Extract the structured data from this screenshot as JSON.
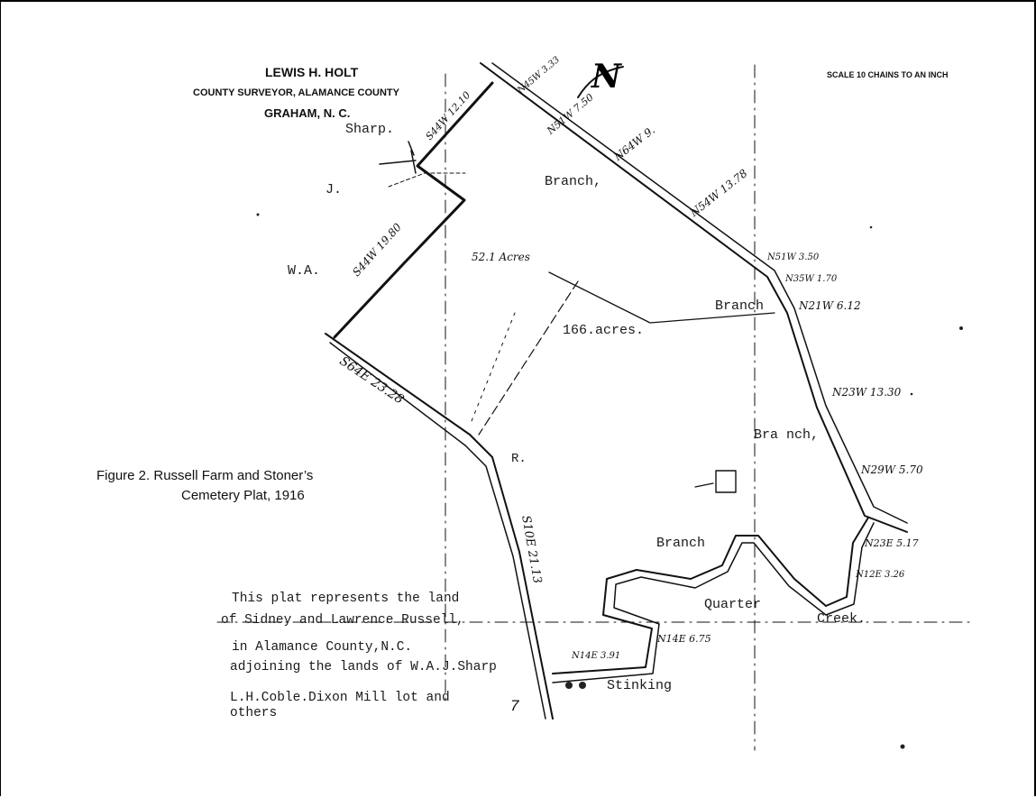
{
  "header": {
    "surveyor": "LEWIS H. HOLT",
    "title": "COUNTY SURVEYOR, ALAMANCE COUNTY",
    "city": "GRAHAM, N. C.",
    "scale": "SCALE 10 CHAINS TO AN INCH"
  },
  "caption": {
    "line1": "Figure 2.  Russell Farm and Stoner’s",
    "line2": "Cemetery Plat, 1916"
  },
  "description": {
    "line1": "This plat represents the land",
    "line2": "of Sidney and Lawrence Russell,",
    "line3": "in Alamance County,N.C.",
    "line4": "adjoining the lands of W.A.J.Sharp",
    "line5": "L.H.Coble.Dixon Mill lot and",
    "line6": "others"
  },
  "page_number": "7",
  "map_labels": {
    "sharp": "Sharp.",
    "j": "J.",
    "wa": "W.A.",
    "branch1": "Branch,",
    "branch2": "Branch",
    "branch3": "Bra nch,",
    "branch4": "Branch",
    "acres_166": "166.acres.",
    "acres_52": "52.1 Acres",
    "quarter": "Quarter",
    "creek": "Creek.",
    "stinking": "Stinking",
    "north": "N",
    "r": "R."
  },
  "bearings": {
    "b1": "N45W 3.33",
    "b2": "N51W 7.50",
    "b3": "N64W 9.",
    "b4": "N54W 13.78",
    "b5": "N51W 3.50",
    "b6": "N35W 1.70",
    "b7": "N21W 6.12",
    "b8": "N23W 13.30",
    "b9": "N29W 5.70",
    "b10": "N23E 5.17",
    "b11": "N12E 3.26",
    "b12": "S64E 23.28",
    "b13": "S10E 21.13",
    "b14": "S44W 19.80",
    "b15": "S44W 12.10",
    "b16": "N14E 6.75",
    "b17": "N14E 3.91"
  }
}
